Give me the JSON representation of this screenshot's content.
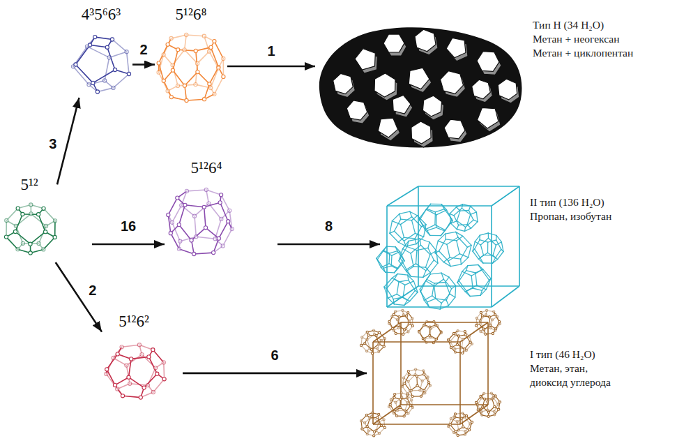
{
  "diagram": {
    "nodes": [
      {
        "text": [
          "4³5⁶6³"
        ]
      },
      {
        "text": [
          "5¹²6⁸"
        ]
      },
      {
        "text": [
          "Тип H (34 H₂O)",
          "Метан + неогексан",
          "Метан + циклопентан"
        ]
      },
      {
        "text": [
          "5¹²"
        ]
      },
      {
        "text": [
          "5¹²6⁴"
        ]
      },
      {
        "text": [
          "II тип (136 H₂O)",
          "Пропан, изобутан"
        ]
      },
      {
        "text": [
          "5¹²6²"
        ]
      },
      {
        "text": [
          "I тип (46 H₂O)",
          "Метан, этан, диоксид углерода"
        ]
      }
    ],
    "edges": [
      {
        "from": 3,
        "to": 0,
        "label": "3",
        "arrow": "to"
      },
      {
        "from": 0,
        "to": 1,
        "label": "2",
        "arrow": "to"
      },
      {
        "from": 1,
        "to": 2,
        "label": "1",
        "arrow": "to"
      },
      {
        "from": 3,
        "to": 4,
        "label": "16",
        "arrow": "to"
      },
      {
        "from": 4,
        "to": 5,
        "label": "8",
        "arrow": "to"
      },
      {
        "from": 3,
        "to": 6,
        "label": "2",
        "arrow": "to"
      },
      {
        "from": 6,
        "to": 7,
        "label": "6",
        "arrow": "to"
      }
    ]
  }
}
